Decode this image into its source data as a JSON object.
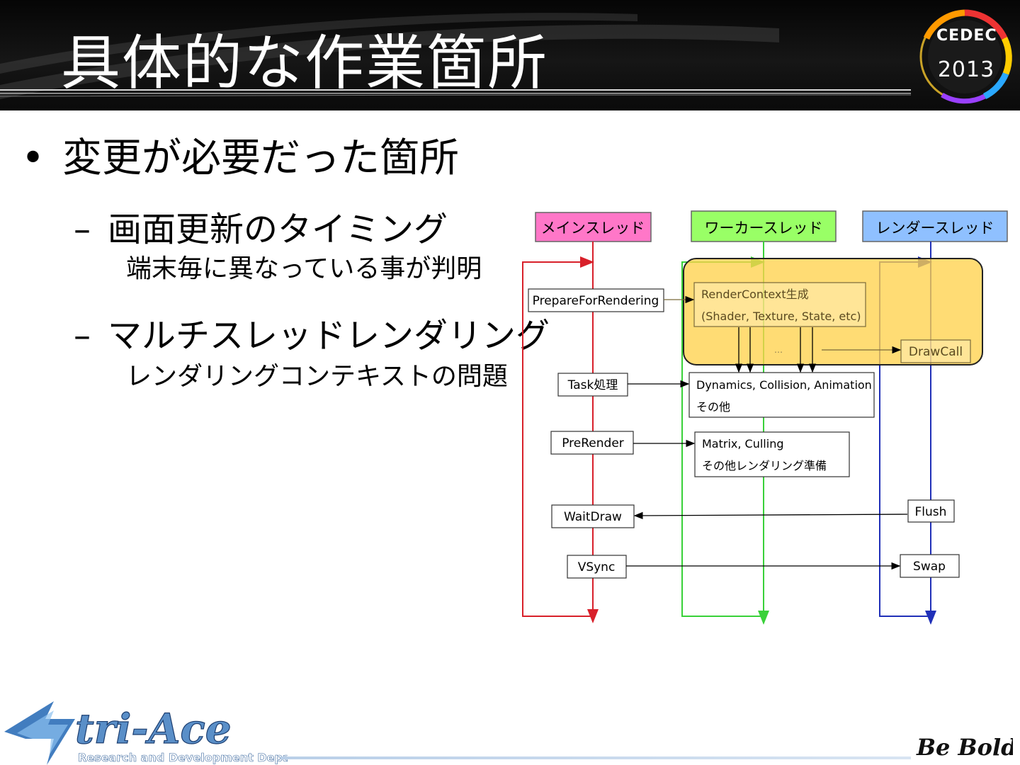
{
  "slide": {
    "title": "具体的な作業箇所",
    "bullet1": "変更が必要だった箇所",
    "bullet_dot": "•",
    "dash": "–",
    "sub1": {
      "heading": "画面更新のタイミング",
      "detail": "端末毎に異なっている事が判明"
    },
    "sub2": {
      "heading": "マルチスレッドレンダリング",
      "detail": "レンダリングコンテキストの問題"
    }
  },
  "cedec_logo": {
    "name": "CEDEC",
    "year": "2013"
  },
  "diagram": {
    "lanes": [
      {
        "label": "メインスレッド",
        "fill": "#ff77c8",
        "line": "#d8202a"
      },
      {
        "label": "ワーカースレッド",
        "fill": "#99ff66",
        "line": "#39d139"
      },
      {
        "label": "レンダースレッド",
        "fill": "#8fc0ff",
        "line": "#2030b8"
      }
    ],
    "highlight_color": "#ffd24d",
    "main_boxes": [
      "PrepareForRendering",
      "Task処理",
      "PreRender",
      "WaitDraw",
      "VSync"
    ],
    "worker_boxes": [
      {
        "line1": "RenderContext生成",
        "line2": "(Shader, Texture, State, etc)"
      },
      {
        "line1": "Dynamics, Collision, Animation",
        "line2": "その他"
      },
      {
        "line1": "Matrix, Culling",
        "line2": "その他レンダリング準備"
      }
    ],
    "ellipsis": "…",
    "render_boxes": [
      "DrawCall",
      "Flush",
      "Swap"
    ]
  },
  "footer": {
    "company": "tri-Ace",
    "department": "Research and Development Department",
    "slogan": "Be Bold!"
  }
}
